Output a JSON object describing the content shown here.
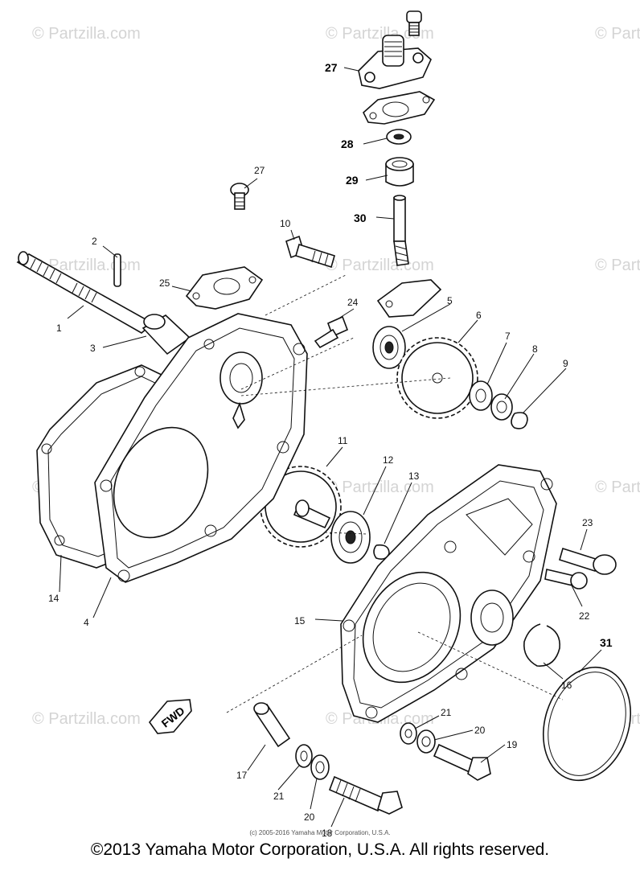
{
  "watermark": "© Partzilla.com",
  "fwd_badge": "FWD",
  "footer": "©2013 Yamaha Motor Corporation, U.S.A. All rights reserved.",
  "credit": "(c) 2005-2016 Yamaha Motor Corporation, U.S.A.",
  "callouts": {
    "c1": "1",
    "c2": "2",
    "c3": "3",
    "c4": "4",
    "c5": "5",
    "c6": "6",
    "c7": "7",
    "c8": "8",
    "c9": "9",
    "c10": "10",
    "c11": "11",
    "c12": "12",
    "c13": "13",
    "c14": "14",
    "c15": "15",
    "c16": "16",
    "c17": "17",
    "c18": "18",
    "c19": "19",
    "c20a": "20",
    "c20b": "20",
    "c21a": "21",
    "c21b": "21",
    "c22": "22",
    "c23": "23",
    "c24": "24",
    "c25": "25",
    "c27a": "27",
    "c27b": "27",
    "c28": "28",
    "c29": "29",
    "c30": "30",
    "c31": "31"
  }
}
